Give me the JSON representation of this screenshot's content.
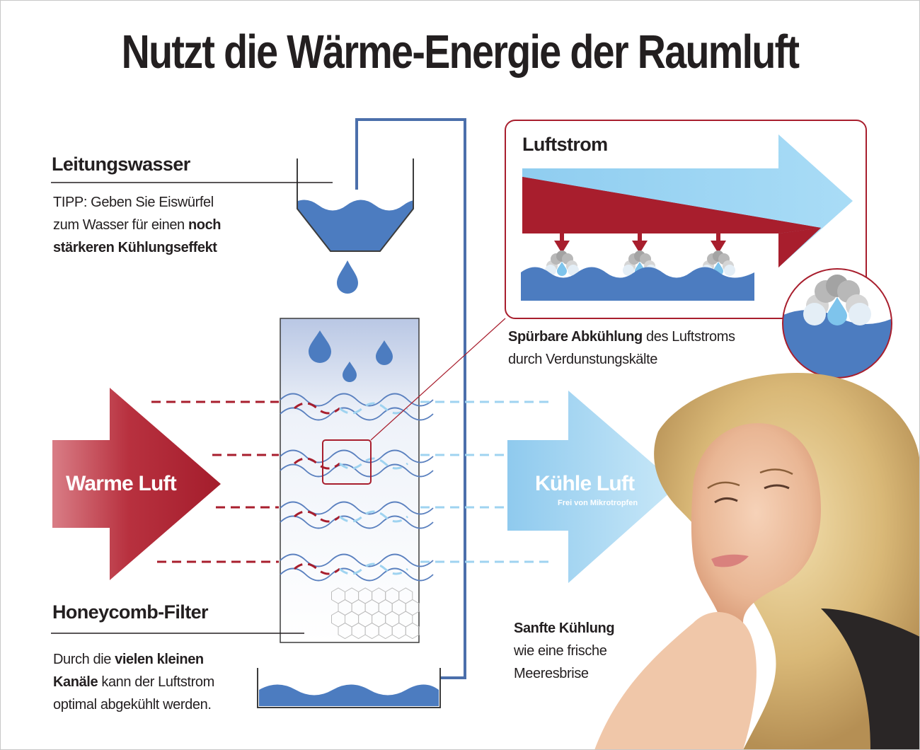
{
  "title": "Nutzt die Wärme-Energie der Raumluft",
  "water": {
    "heading": "Leitungswasser",
    "tip_part1": "TIPP: Geben Sie Eiswürfel zum Wasser für einen ",
    "tip_bold": "noch stärkeren Kühlungseffekt"
  },
  "airflow": {
    "heading": "Luftstrom",
    "desc_bold": "Spürbare Abkühlung",
    "desc_part2": " des Luftstroms durch Verdunstungskälte"
  },
  "warm_air": {
    "label": "Warme Luft"
  },
  "cool_air": {
    "label": "Kühle Luft",
    "sublabel": "Frei von Mikrotropfen"
  },
  "filter": {
    "heading": "Honeycomb-Filter",
    "desc_part1": "Durch die ",
    "desc_bold": "vielen kleinen Kanäle",
    "desc_part2": " kann der Luftstrom optimal abgekühlt werden."
  },
  "gentle": {
    "heading": "Sanfte Kühlung",
    "desc": "wie eine frische Meeresbrise"
  },
  "colors": {
    "water_blue": "#4c7cc0",
    "warm_red": "#a81e2d",
    "cool_light_blue": "#9fd3f0",
    "text_dark": "#231f20"
  }
}
